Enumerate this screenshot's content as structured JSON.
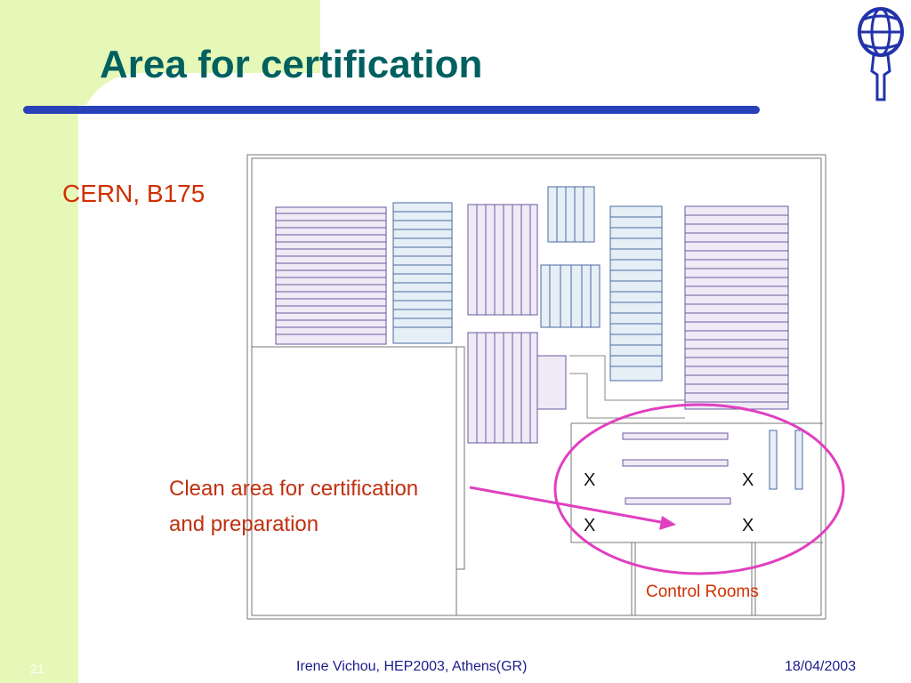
{
  "slide": {
    "title": "Area for certification",
    "location_label": "CERN, B175",
    "annotation_lines": [
      "Clean area for certification",
      "and preparation"
    ],
    "control_rooms_label": "Control Rooms",
    "marker_glyph": "X",
    "footer": {
      "slide_number": "21",
      "author_event": "Irene Vichou, HEP2003, Athens(GR)",
      "date": "18/04/2003"
    },
    "colors": {
      "title": "#006060",
      "accent_text": "#d03000",
      "sidebar": "#e6f8b8",
      "rule": "#2840b8",
      "highlight_ellipse": "#e040c0"
    },
    "logo_icon": "atlas-globe-figure-icon"
  }
}
